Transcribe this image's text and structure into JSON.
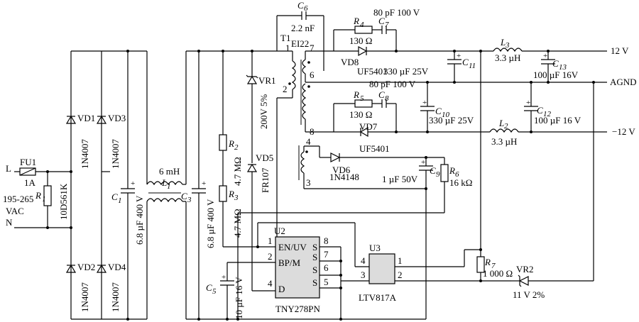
{
  "input": {
    "line": "L",
    "neutral": "N",
    "voltage_top": "195-265",
    "voltage_bottom": "VAC"
  },
  "fuse": {
    "ref": "FU1",
    "value": "1A"
  },
  "r1": {
    "ref": "R",
    "sub": "1",
    "value": "10D561K"
  },
  "bridge": [
    {
      "ref": "VD1",
      "part": "1N4007"
    },
    {
      "ref": "VD3",
      "part": "1N4007"
    },
    {
      "ref": "VD2",
      "part": "1N4007"
    },
    {
      "ref": "VD4",
      "part": "1N4007"
    }
  ],
  "c1": {
    "ref": "C",
    "sub": "1",
    "value": "6.8 µF 400 V"
  },
  "l1": {
    "ref": "L",
    "sub": "1",
    "value": "6 mH"
  },
  "c3": {
    "ref": "C",
    "sub": "3",
    "value": "6.8 µF 400 V"
  },
  "r2": {
    "ref": "R",
    "sub": "2",
    "value": "4.7 MΩ"
  },
  "r3": {
    "ref": "R",
    "sub": "3",
    "value": "4.7 MΩ"
  },
  "vr1": {
    "ref": "VR1",
    "value": "200V 5%"
  },
  "vd5": {
    "ref": "VD5",
    "part": "FR107"
  },
  "c6": {
    "ref": "C",
    "sub": "6",
    "value": "2.2 nF"
  },
  "t1": {
    "ref": "T1",
    "core": "EI22",
    "pins": [
      "1",
      "2",
      "7",
      "6",
      "8",
      "4",
      "3"
    ]
  },
  "r4": {
    "ref": "R",
    "sub": "4",
    "value": "130 Ω"
  },
  "c7": {
    "ref": "C",
    "sub": "7",
    "value": "80 pF 100 V"
  },
  "vd8": {
    "ref": "VD8",
    "part": "UF5401"
  },
  "c11": {
    "ref": "C",
    "sub": "11",
    "value": "330 µF 25V"
  },
  "l3": {
    "ref": "L",
    "sub": "3",
    "value": "3.3 µH"
  },
  "c13": {
    "ref": "C",
    "sub": "13",
    "value": "100 µF 16V"
  },
  "r5": {
    "ref": "R",
    "sub": "5",
    "value": "130 Ω"
  },
  "c8": {
    "ref": "C",
    "sub": "8",
    "value": "80 pF 100 V"
  },
  "vd7": {
    "ref": "VD7",
    "part": "UF5401"
  },
  "c10": {
    "ref": "C",
    "sub": "10",
    "value": "330 µF 25V"
  },
  "l2": {
    "ref": "L",
    "sub": "2",
    "value": "3.3 µH"
  },
  "c12": {
    "ref": "C",
    "sub": "12",
    "value": "100 µF 16 V"
  },
  "outputs": {
    "pos": "12 V",
    "gnd": "AGND",
    "neg": "−12 V"
  },
  "vd6": {
    "ref": "VD6",
    "part": "1N4148"
  },
  "c9": {
    "ref": "C",
    "sub": "9",
    "value": "1 µF 50V"
  },
  "r6": {
    "ref": "R",
    "sub": "6",
    "value": "16 kΩ"
  },
  "u2": {
    "ref": "U2",
    "part": "TNY278PN",
    "pin_names": [
      "EN/UV",
      "BP/M",
      "D",
      "S",
      "S",
      "S",
      "S"
    ],
    "pin_nums": [
      "1",
      "2",
      "4",
      "8",
      "7",
      "6",
      "5"
    ]
  },
  "c5": {
    "ref": "C",
    "sub": "5",
    "value": "10 µF 16 V"
  },
  "u3": {
    "ref": "U3",
    "part": "LTV817A",
    "pins": [
      "4",
      "3",
      "1",
      "2"
    ]
  },
  "r7": {
    "ref": "R",
    "sub": "7",
    "value": "1 000 Ω"
  },
  "vr2": {
    "ref": "VR2",
    "value": "11 V 2%"
  }
}
